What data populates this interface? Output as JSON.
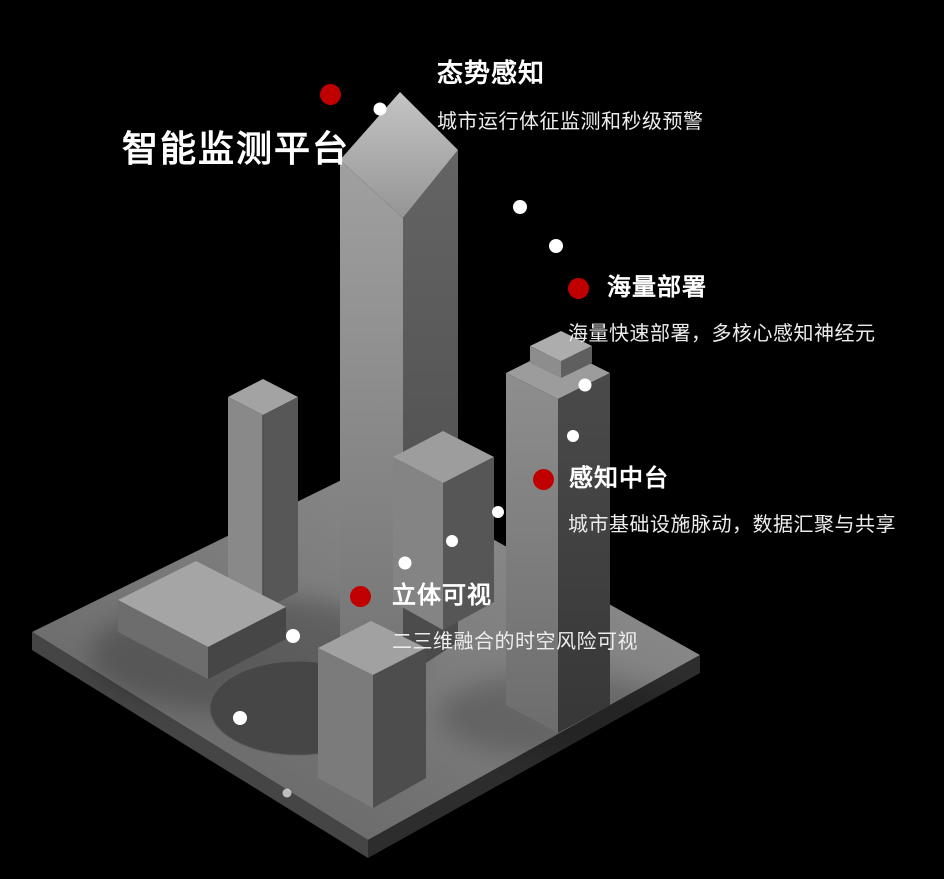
{
  "title": "智能监测平台",
  "annotations": [
    {
      "heading": "态势感知",
      "subtitle": "城市运行体征监测和秒级预警"
    },
    {
      "heading": "海量部署",
      "subtitle": "海量快速部署，多核心感知神经元"
    },
    {
      "heading": "感知中台",
      "subtitle": "城市基础设施脉动，数据汇聚与共享"
    },
    {
      "heading": "立体可视",
      "subtitle": "二三维融合的时空风险可视"
    }
  ],
  "colors": {
    "background": "#000000",
    "accent_red": "#c00000",
    "heading_text": "#ffffff",
    "subtitle_text": "#ededed",
    "trail_dot": "#ffffff",
    "building_light": "#a6a6a6",
    "building_mid": "#8a8a8a",
    "building_dark": "#4e4e4e"
  }
}
